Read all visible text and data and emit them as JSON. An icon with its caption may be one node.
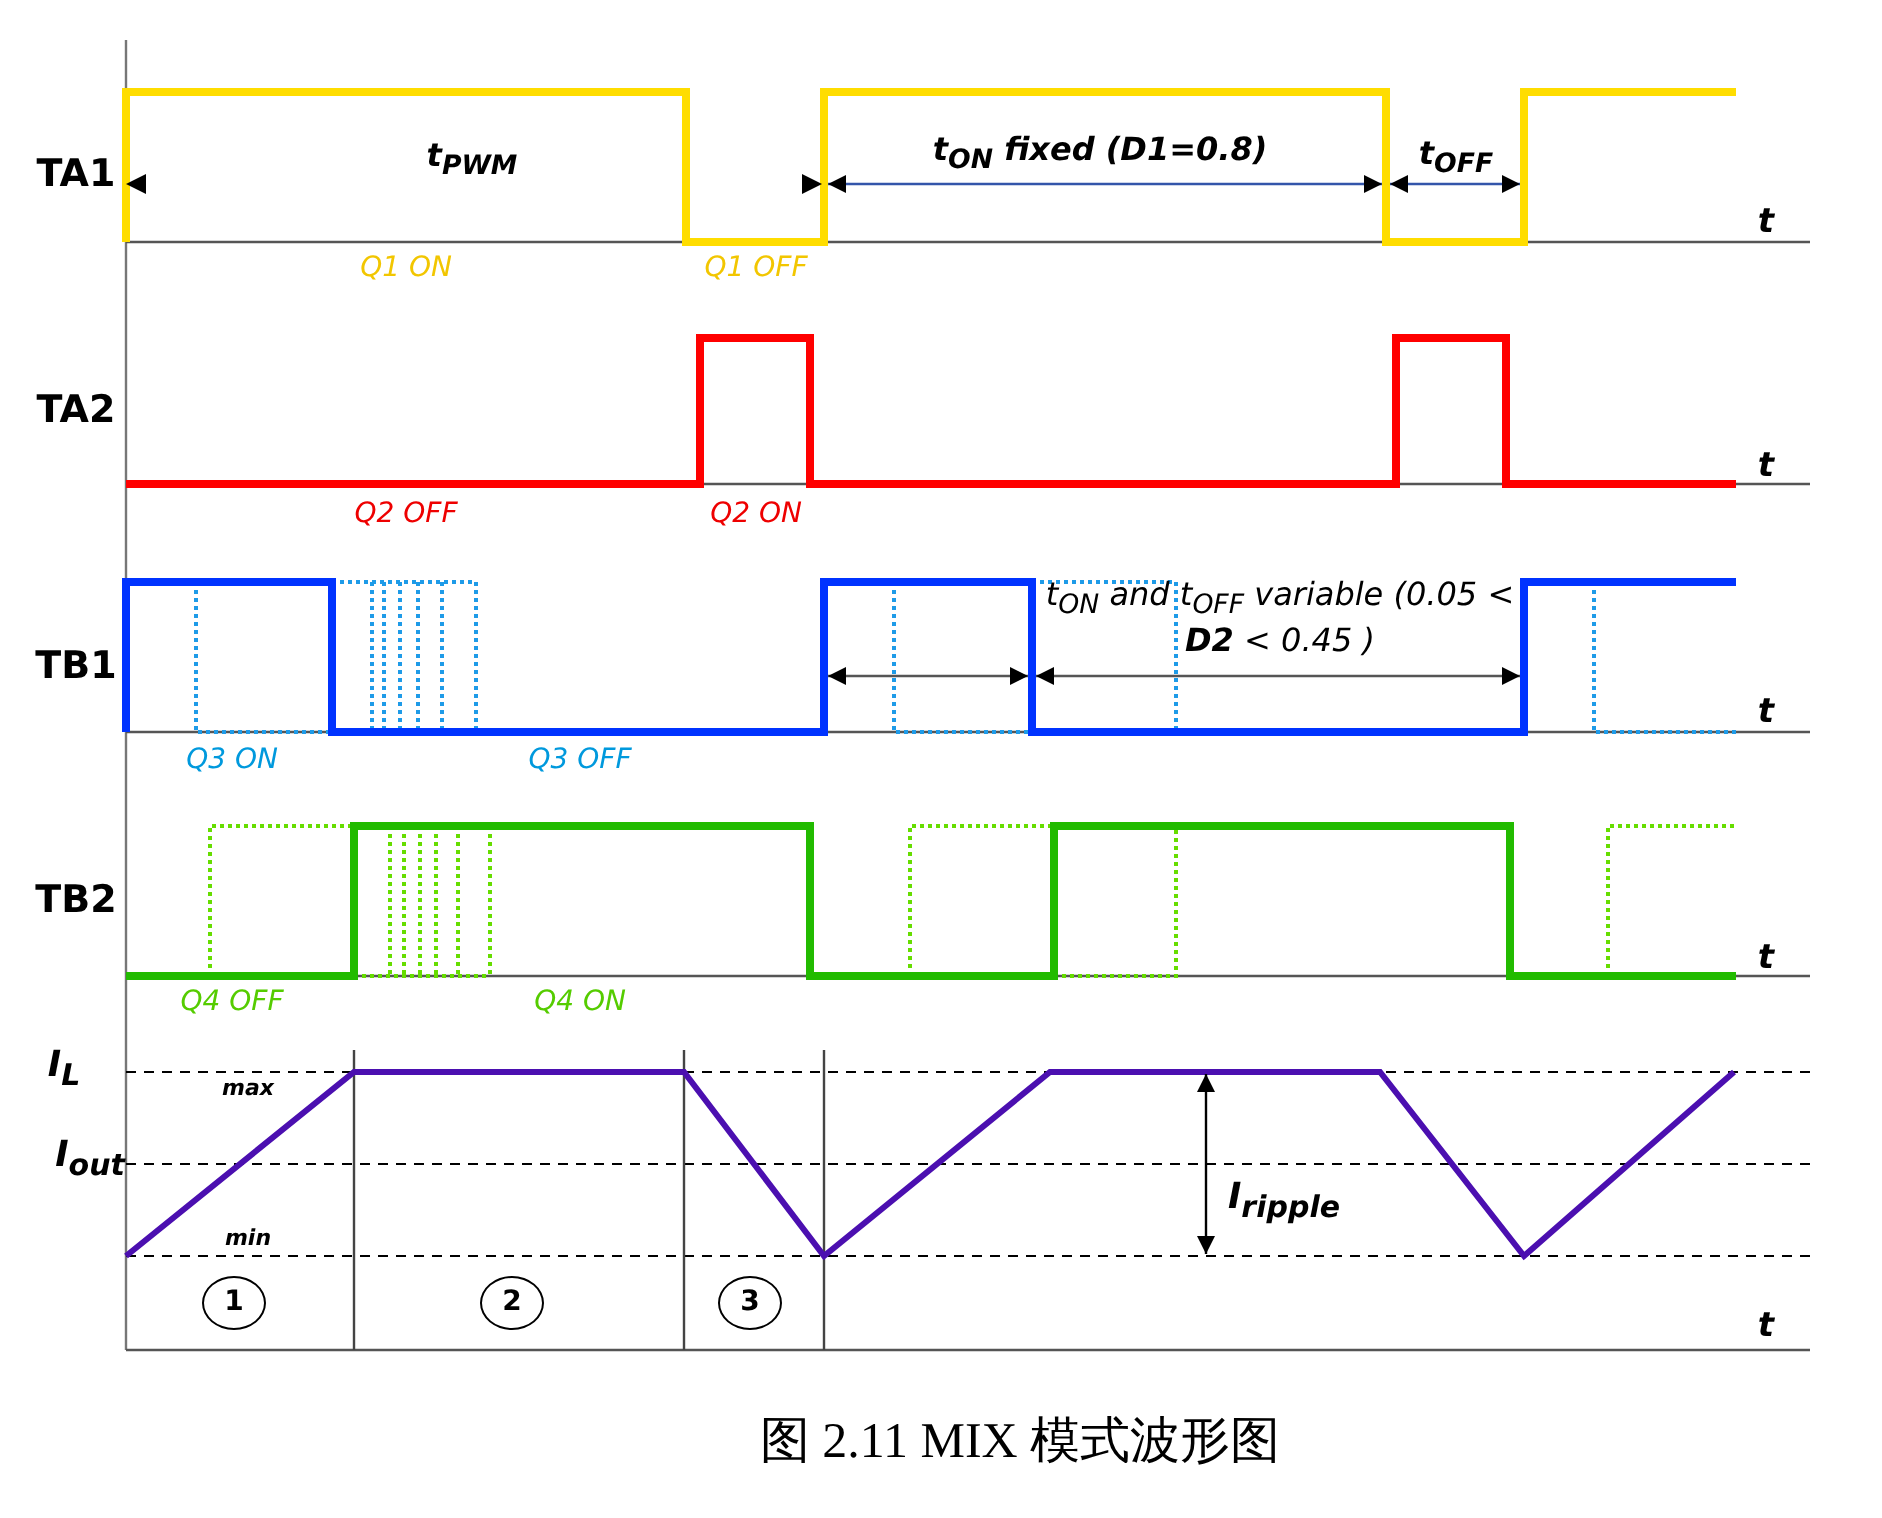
{
  "diagram": {
    "caption": "图 2.11 MIX 模式波形图",
    "nodes": [
      {
        "text": [
          "1"
        ]
      },
      {
        "text": [
          "2"
        ]
      },
      {
        "text": [
          "3"
        ]
      }
    ],
    "edges": [],
    "labels": [
      "TA1",
      "t$_{PWM}$",
      "t$_{ON}$ fixed (**D1**=0.8)",
      "t$_{OFF}$",
      "t",
      "Q1 ON",
      "Q1 OFF",
      "TA2",
      "t",
      "Q2 OFF",
      "Q2 ON",
      "t$_{ON}$ and t$_{OFF}$ variable (0.05 < **D2** < 0.45 )",
      "TB1",
      "t",
      "Q3 ON",
      "Q3 OFF",
      "TB2",
      "t",
      "Q4 OFF",
      "Q4 ON",
      "I$_{L}$",
      "max",
      "I$_{out}$",
      "I$_{ripple}$",
      "min",
      "t"
    ]
  }
}
